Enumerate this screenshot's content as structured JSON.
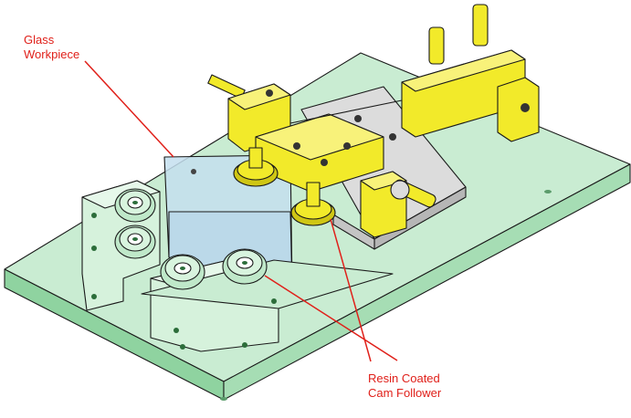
{
  "callouts": [
    {
      "id": "glass",
      "lines": [
        "Glass",
        "Workpiece"
      ]
    },
    {
      "id": "resin",
      "lines": [
        "Resin Coated",
        "Cam Follower"
      ]
    }
  ],
  "colors": {
    "base_plate": "#c9ecd2",
    "base_side": "#8fd3a0",
    "bracket": "#d6f2dc",
    "yellow_part": "#f2ea2a",
    "yellow_dark": "#cfc614",
    "glass": "#c4dfee",
    "metal_plate": "#d8d8d8",
    "callout": "#e0201a"
  }
}
